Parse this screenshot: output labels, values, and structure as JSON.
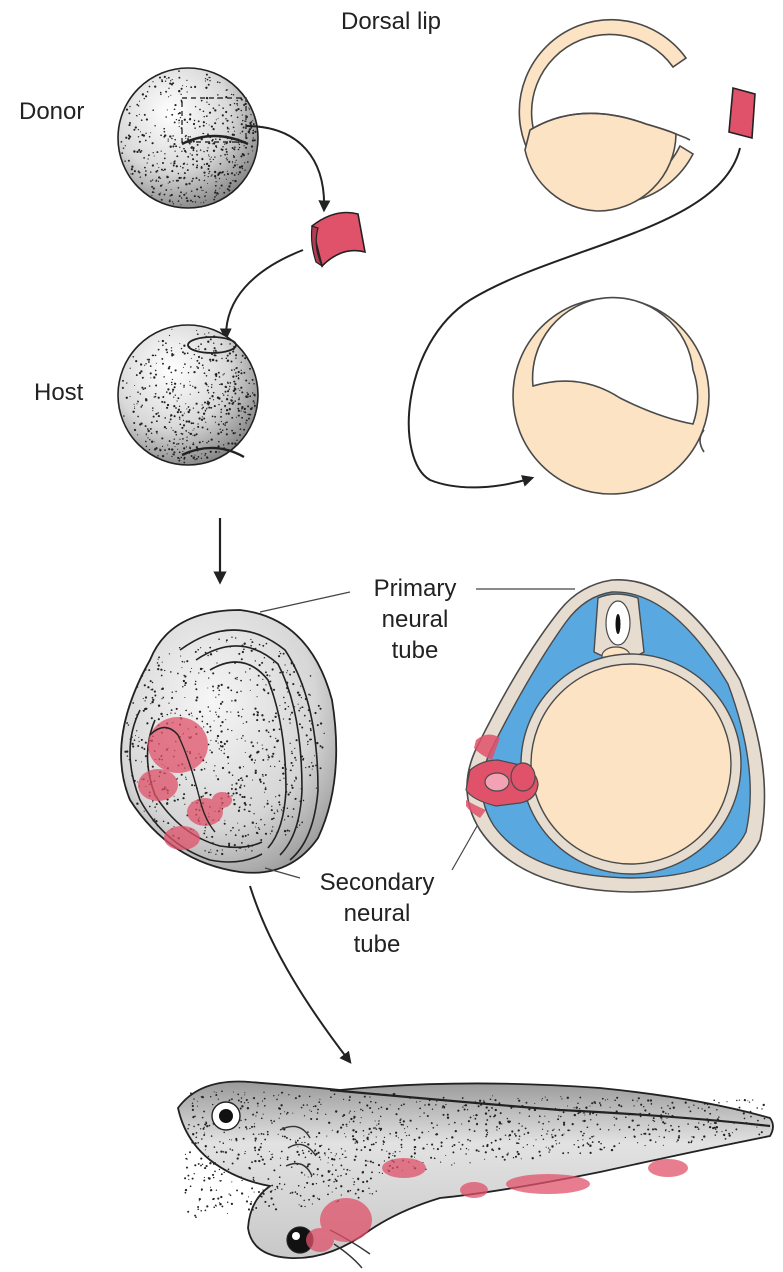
{
  "labels": {
    "dorsal_lip": "Dorsal lip",
    "donor": "Donor",
    "host": "Host",
    "primary_1": "Primary",
    "primary_2": "neural",
    "primary_3": "tube",
    "secondary_1": "Secondary",
    "secondary_2": "neural",
    "secondary_3": "tube"
  },
  "colors": {
    "graft": "#e0516a",
    "graft_light": "#f2a2b2",
    "tissue": "#fbe3c4",
    "tissue_outline": "#4a4a4a",
    "mesoderm": "#5aa8e0",
    "ectoderm": "#e6ddd0",
    "embryo": "#e4e4e4",
    "stipple": "#222222",
    "arrow": "#222222"
  },
  "icons": {
    "graft": "tissue-graft-icon",
    "arrow": "curved-arrow-icon"
  }
}
